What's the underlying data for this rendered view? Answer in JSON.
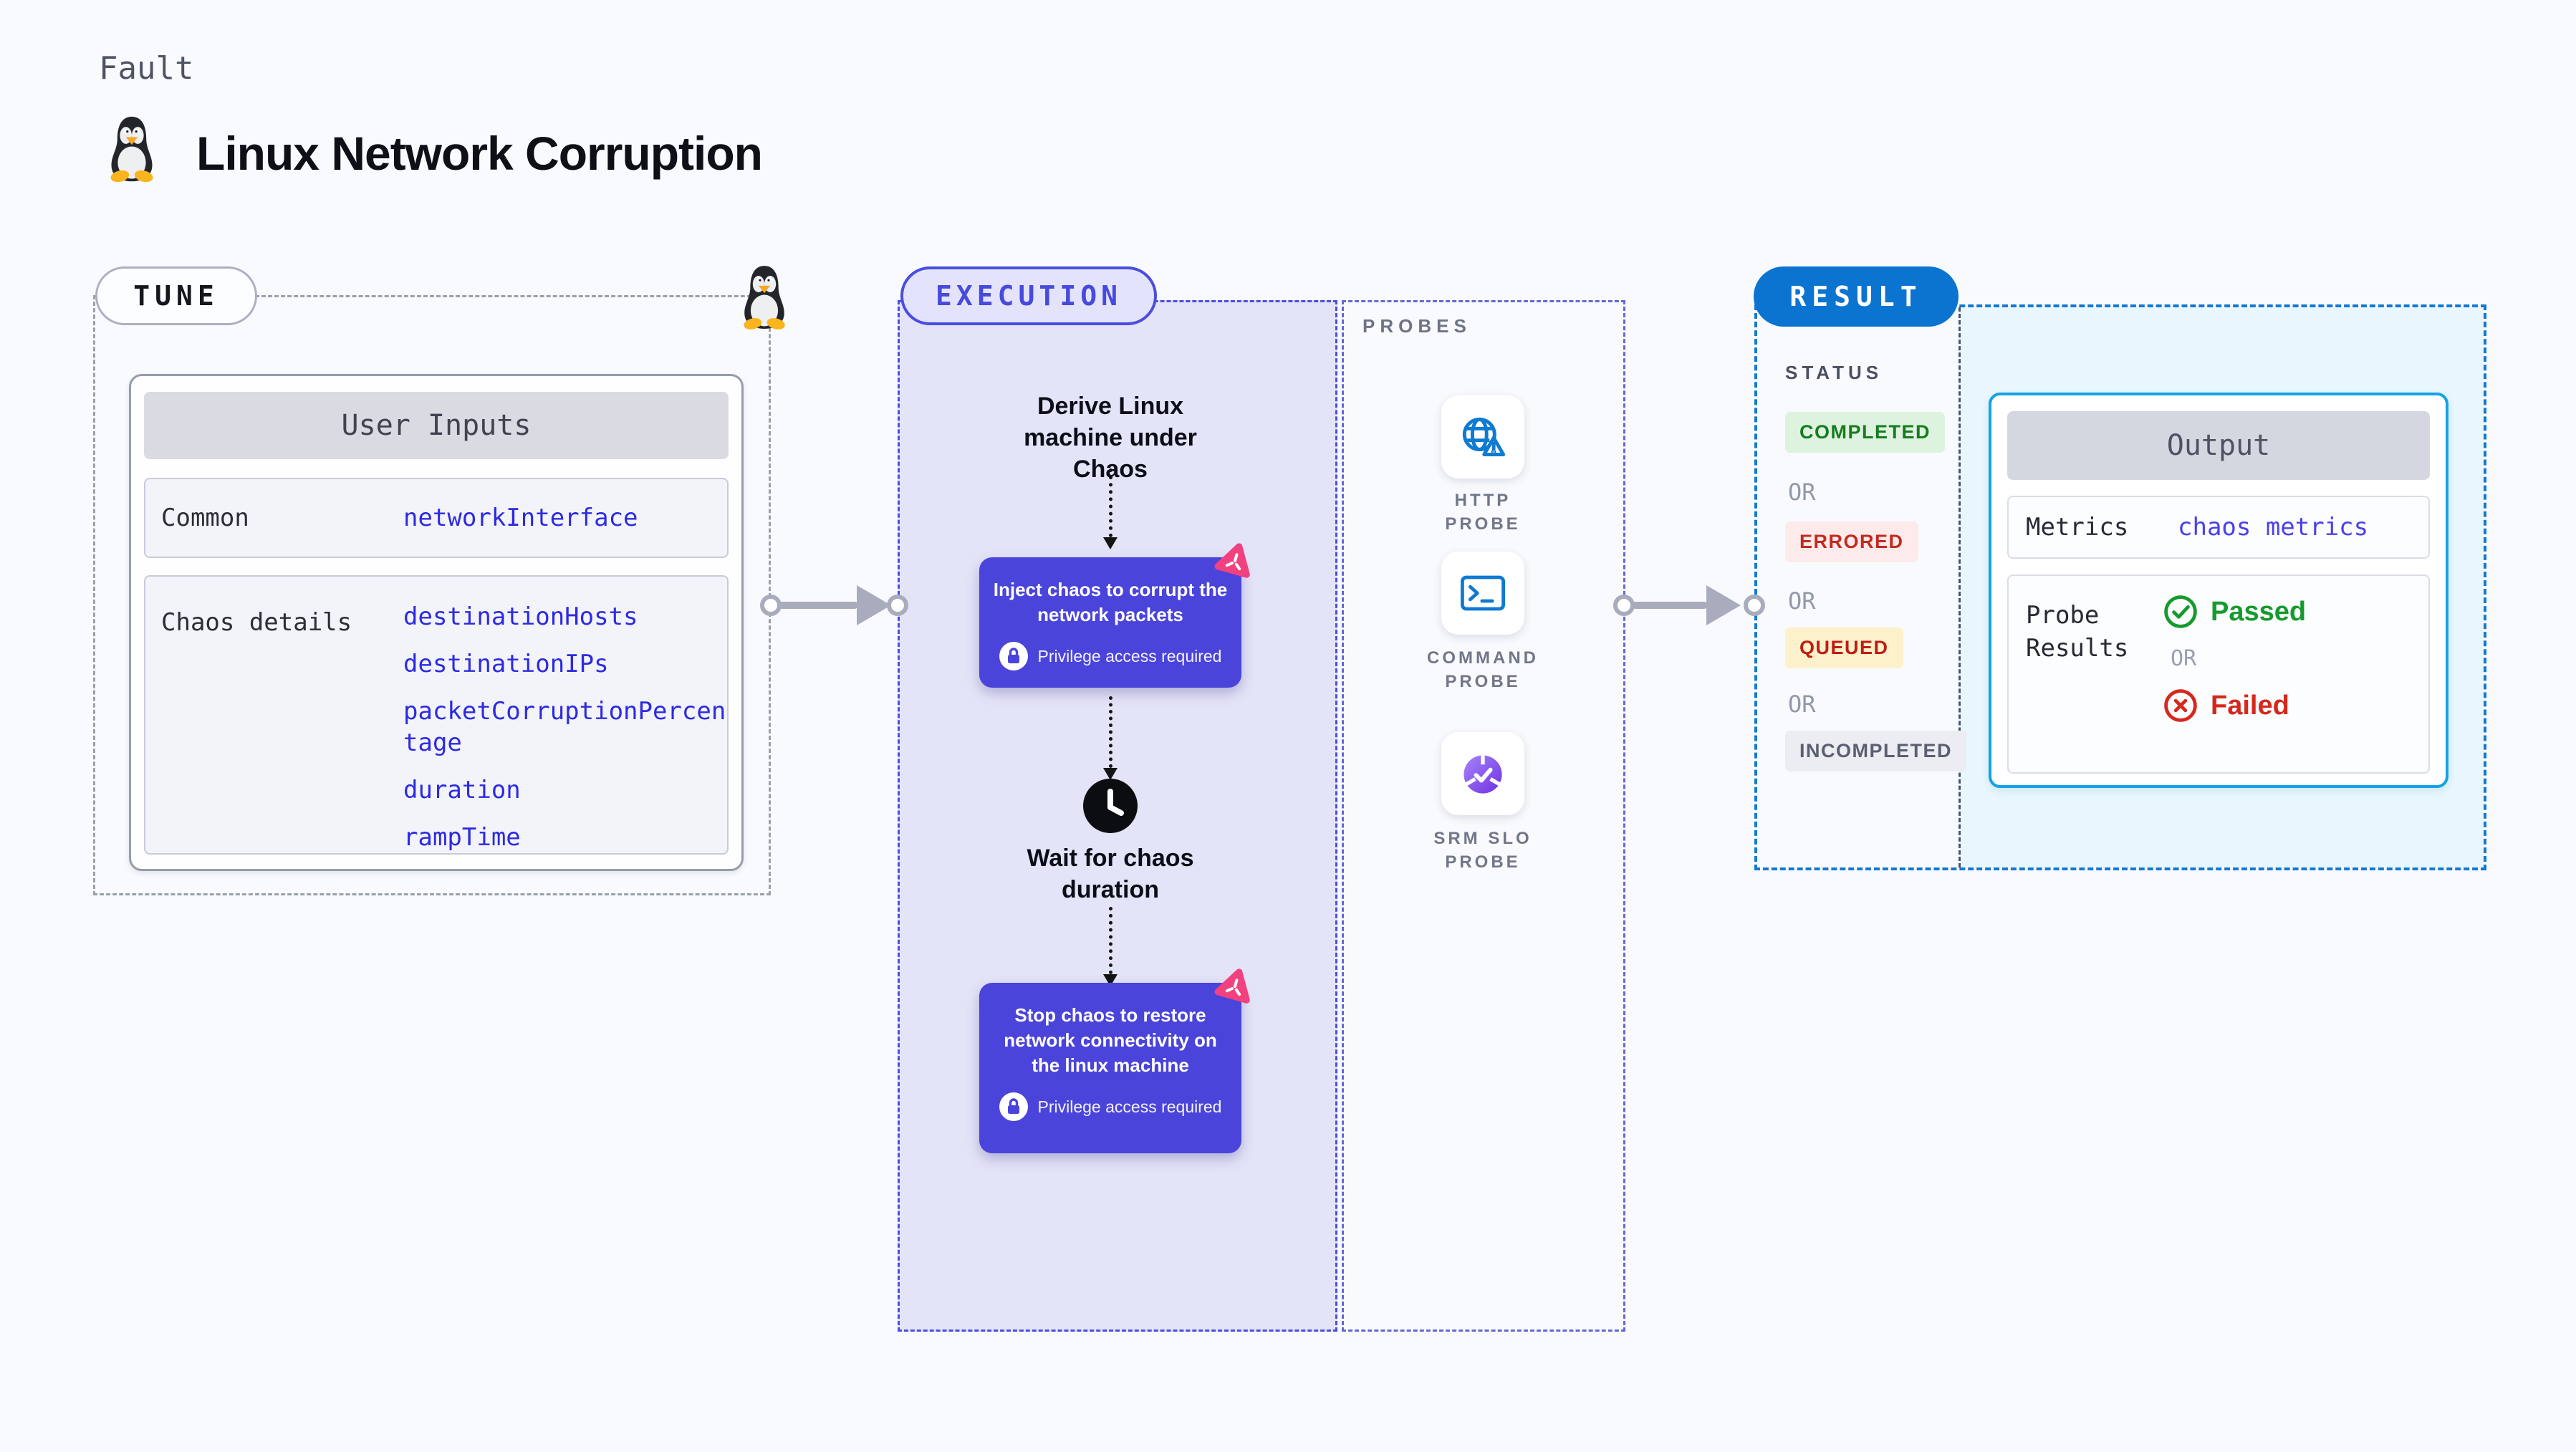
{
  "header": {
    "kicker": "Fault",
    "title": "Linux Network Corruption",
    "icon": "tux-penguin-icon"
  },
  "tune": {
    "badge": "TUNE",
    "card": {
      "title": "User Inputs",
      "rows": [
        {
          "label": "Common",
          "values": [
            "networkInterface"
          ]
        },
        {
          "label": "Chaos details",
          "values": [
            "destinationHosts",
            "destinationIPs",
            "packetCorruptionPercentage",
            "duration",
            "rampTime"
          ]
        }
      ]
    }
  },
  "execution": {
    "badge": "EXECUTION",
    "derive_step": "Derive Linux machine under Chaos",
    "inject_step": "Inject chaos to corrupt the network packets",
    "wait_step": "Wait for chaos duration",
    "stop_step": "Stop chaos to restore network connectivity on the linux machine",
    "privilege_note": "Privilege access required"
  },
  "probes": {
    "heading": "PROBES",
    "items": [
      {
        "label": "HTTP PROBE",
        "icon": "globe-warning-icon"
      },
      {
        "label": "COMMAND PROBE",
        "icon": "terminal-icon"
      },
      {
        "label": "SRM SLO PROBE",
        "icon": "slo-pie-check-icon"
      }
    ]
  },
  "result": {
    "badge": "RESULT",
    "status_heading": "STATUS",
    "or_label": "OR",
    "statuses": [
      {
        "label": "COMPLETED",
        "bg": "#def3df",
        "fg": "#177c20"
      },
      {
        "label": "ERRORED",
        "bg": "#fcebea",
        "fg": "#c32a20"
      },
      {
        "label": "QUEUED",
        "bg": "#fdf1cb",
        "fg": "#bf1d14"
      },
      {
        "label": "INCOMPLETED",
        "bg": "#ecedf3",
        "fg": "#5a5f71"
      }
    ],
    "output": {
      "title": "Output",
      "metrics_label": "Metrics",
      "metrics_value": "chaos metrics",
      "probe_results_label": "Probe Results",
      "passed_label": "Passed",
      "or_label": "OR",
      "failed_label": "Failed"
    }
  },
  "colors": {
    "accent_purple": "#4b44da",
    "execution_border": "#4b4de0",
    "result_blue": "#0b74d0",
    "result_border": "#1379d3",
    "output_card_border": "#14a3e3",
    "output_panel_bg": "#e8f6fd",
    "probe_icon_blue": "#0f7ad1",
    "passed_green": "#169a2e",
    "failed_red": "#d6281c",
    "arrow_gray": "#a8acbc",
    "logo_pink": "#f2417f"
  }
}
